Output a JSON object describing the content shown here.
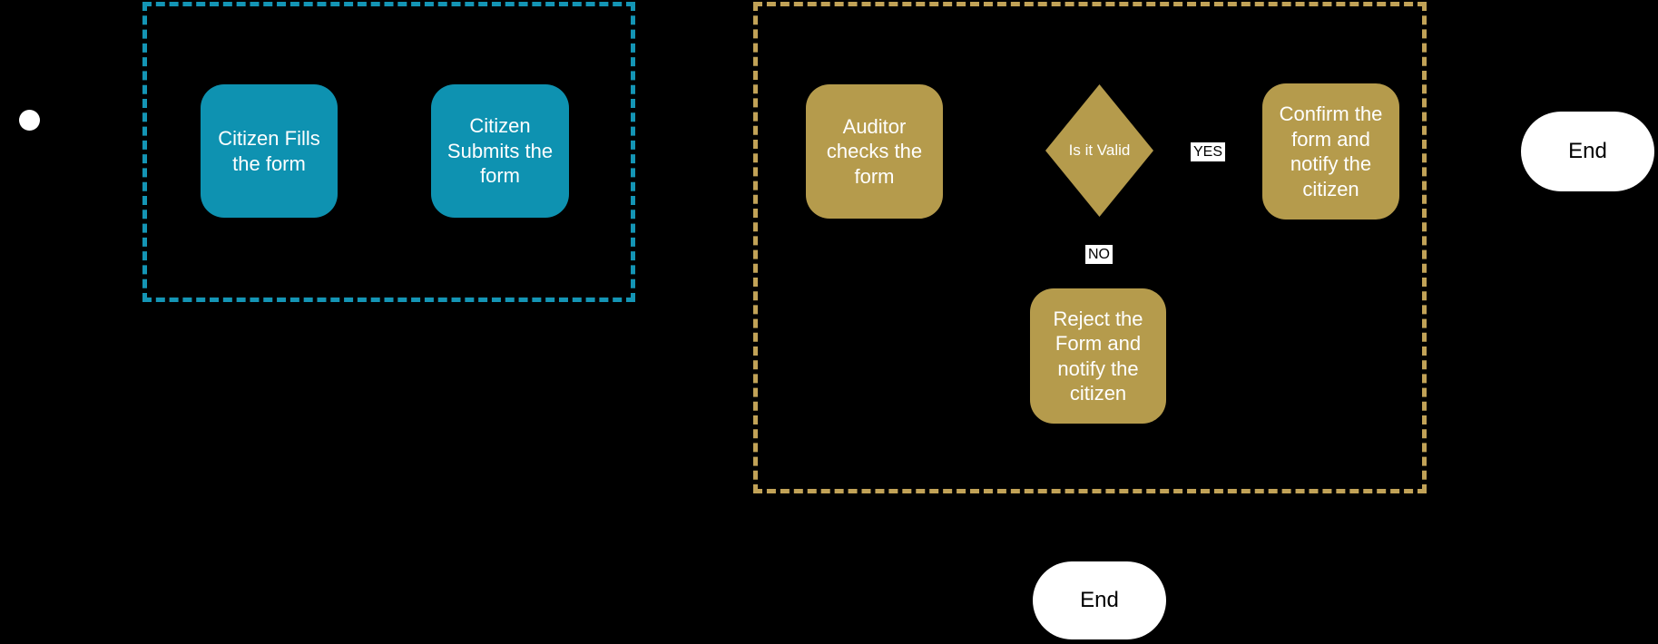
{
  "diagram": {
    "background": "#000000",
    "start": {
      "shape": "circle",
      "fill": "#FFFFFF"
    },
    "lanes": {
      "citizen": {
        "border_color": "#1495B5",
        "style": "dashed"
      },
      "auditor": {
        "border_color": "#C1A257",
        "style": "dashed"
      }
    },
    "nodes": {
      "citizen_fills": {
        "label": "Citizen Fills the form",
        "shape": "rounded-rectangle",
        "fill": "#0E92B1",
        "text_color": "#FFFFFF"
      },
      "citizen_submits": {
        "label": "Citizen Submits the form",
        "shape": "rounded-rectangle",
        "fill": "#0E92B1",
        "text_color": "#FFFFFF"
      },
      "auditor_checks": {
        "label": "Auditor checks the form",
        "shape": "rounded-rectangle",
        "fill": "#B59B4C",
        "text_color": "#FFFFFF"
      },
      "is_it_valid": {
        "label": "Is it Valid",
        "shape": "diamond",
        "fill": "#B59B4C",
        "text_color": "#FFFFFF"
      },
      "confirm_form": {
        "label": "Confirm the form and notify the citizen",
        "shape": "rounded-rectangle",
        "fill": "#B59B4C",
        "text_color": "#FFFFFF"
      },
      "reject_form": {
        "label": "Reject the Form and notify the citizen",
        "shape": "rounded-rectangle",
        "fill": "#B59B4C",
        "text_color": "#FFFFFF"
      },
      "end_right": {
        "label": "End",
        "shape": "terminator",
        "fill": "#FFFFFF",
        "text_color": "#000000"
      },
      "end_bottom": {
        "label": "End",
        "shape": "terminator",
        "fill": "#FFFFFF",
        "text_color": "#000000"
      }
    },
    "edge_labels": {
      "yes": {
        "label": "YES",
        "bg": "#FFFFFF",
        "text_color": "#000000"
      },
      "no": {
        "label": "NO",
        "bg": "#FFFFFF",
        "text_color": "#000000"
      }
    }
  }
}
